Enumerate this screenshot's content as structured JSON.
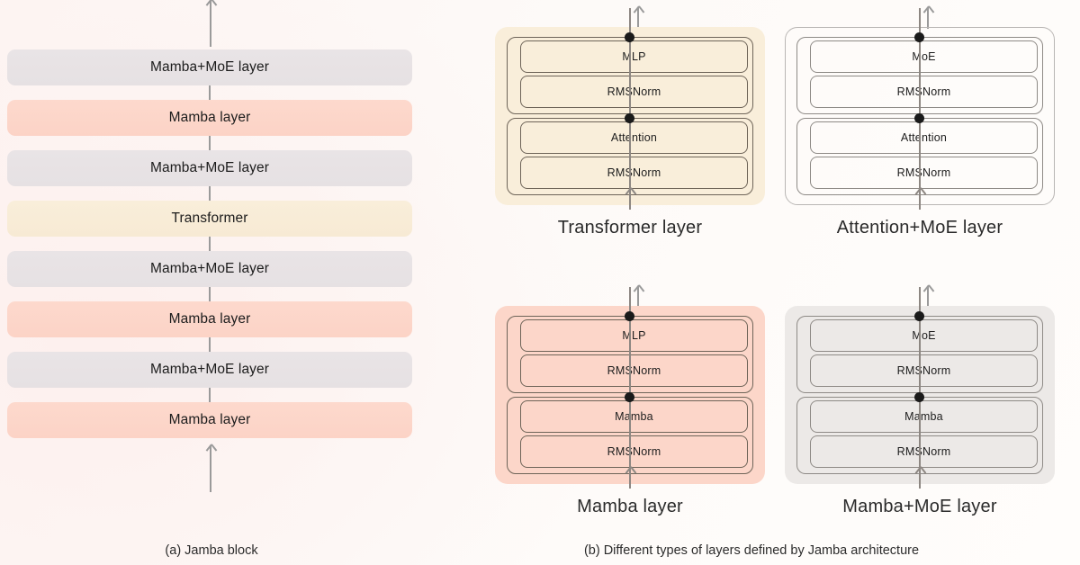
{
  "figure": {
    "caption_a": "(a) Jamba block",
    "caption_b": "(b) Different types of layers defined by Jamba architecture"
  },
  "colors": {
    "background": "#fdf7f6",
    "gray_block": "#e8e3e5",
    "pink_block": "#fcd5c8",
    "cream_block": "#f8ecda",
    "line": "#8d8782",
    "node": "#1a1a1a",
    "box_border_warm": "#6e6458",
    "box_border_cool": "#8e8a86"
  },
  "jamba_block": {
    "layers": [
      {
        "label": "Mamba+MoE layer",
        "style": "gray"
      },
      {
        "label": "Mamba layer",
        "style": "pink"
      },
      {
        "label": "Mamba+MoE layer",
        "style": "gray"
      },
      {
        "label": "Transformer",
        "style": "cream"
      },
      {
        "label": "Mamba+MoE layer",
        "style": "gray"
      },
      {
        "label": "Mamba layer",
        "style": "pink"
      },
      {
        "label": "Mamba+MoE layer",
        "style": "gray"
      },
      {
        "label": "Mamba layer",
        "style": "pink"
      }
    ]
  },
  "layer_types": [
    {
      "id": "transformer-layer",
      "title": "Transformer layer",
      "style": "cream",
      "upper_block": {
        "ops": [
          "MLP",
          "RMSNorm"
        ]
      },
      "lower_block": {
        "ops": [
          "Attention",
          "RMSNorm"
        ]
      }
    },
    {
      "id": "attention-moe-layer",
      "title": "Attention+MoE layer",
      "style": "plain",
      "upper_block": {
        "ops": [
          "MoE",
          "RMSNorm"
        ]
      },
      "lower_block": {
        "ops": [
          "Attention",
          "RMSNorm"
        ]
      }
    },
    {
      "id": "mamba-layer",
      "title": "Mamba layer",
      "style": "pink",
      "upper_block": {
        "ops": [
          "MLP",
          "RMSNorm"
        ]
      },
      "lower_block": {
        "ops": [
          "Mamba",
          "RMSNorm"
        ]
      }
    },
    {
      "id": "mamba-moe-layer",
      "title": "Mamba+MoE layer",
      "style": "gray",
      "upper_block": {
        "ops": [
          "MoE",
          "RMSNorm"
        ]
      },
      "lower_block": {
        "ops": [
          "Mamba",
          "RMSNorm"
        ]
      }
    }
  ]
}
